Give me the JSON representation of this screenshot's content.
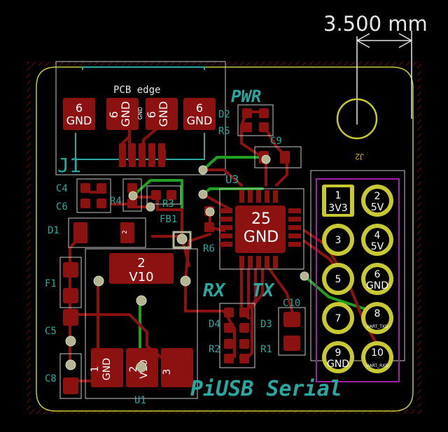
{
  "dimension": {
    "value": "3.500 mm"
  },
  "board": {
    "pcb_edge_label": "PCB edge",
    "title": "PiUSB Serial",
    "j2_label": "J2"
  },
  "refs": {
    "j1": "J1",
    "u1": "U1",
    "u3": "U3",
    "d1": "D1",
    "d2": "D2",
    "d3": "D3",
    "d4": "D4",
    "f1": "F1",
    "c4": "C4",
    "c5": "C5",
    "c6": "C6",
    "c8": "C8",
    "c9": "C9",
    "c10": "C10",
    "r1": "R1",
    "r2": "R2",
    "r3": "R3",
    "r4": "R4",
    "r5": "R5",
    "r6": "R6",
    "fb1": "FB1",
    "pwr": "PWR",
    "rx": "RX",
    "tx": "TX"
  },
  "usb_pads": [
    {
      "num": "6",
      "net": "GND"
    },
    {
      "num": "6",
      "net": "GND"
    },
    {
      "num": "6",
      "net": "GND"
    },
    {
      "num": "6",
      "net": "GND"
    }
  ],
  "usb_overlap_text": "GND",
  "u3_pad": {
    "num": "25",
    "net": "GND"
  },
  "reg_pads": {
    "tab": {
      "num": "2",
      "net": "V10"
    },
    "p1": {
      "num": "1",
      "net": "GND"
    },
    "p2": {
      "num": "2",
      "net": "V10"
    },
    "p3": {
      "num": "3"
    }
  },
  "d1_pad": "2",
  "header": [
    {
      "num": "1",
      "net": "3V3"
    },
    {
      "num": "2",
      "net": "5V"
    },
    {
      "num": "3",
      "net": ""
    },
    {
      "num": "4",
      "net": "5V"
    },
    {
      "num": "5",
      "net": ""
    },
    {
      "num": "6",
      "net": "GND"
    },
    {
      "num": "7",
      "net": ""
    },
    {
      "num": "8",
      "net": "UART_TXD"
    },
    {
      "num": "9",
      "net": "GND"
    },
    {
      "num": "10",
      "net": "UART_RXD"
    }
  ],
  "colors": {
    "copper": "#8c1111",
    "copper_light": "#a51e1e",
    "silkscreen": "#2aa8a0",
    "edge_cuts": "#c8c832",
    "fab": "#8c8c8c",
    "courtyard": "#c8c8c8",
    "via": "#b5b593",
    "via_hole": "#d7d7bf",
    "bottom_copper": "#22a022",
    "keepout": "#a020a8",
    "hatch": "#7a0e0e"
  }
}
